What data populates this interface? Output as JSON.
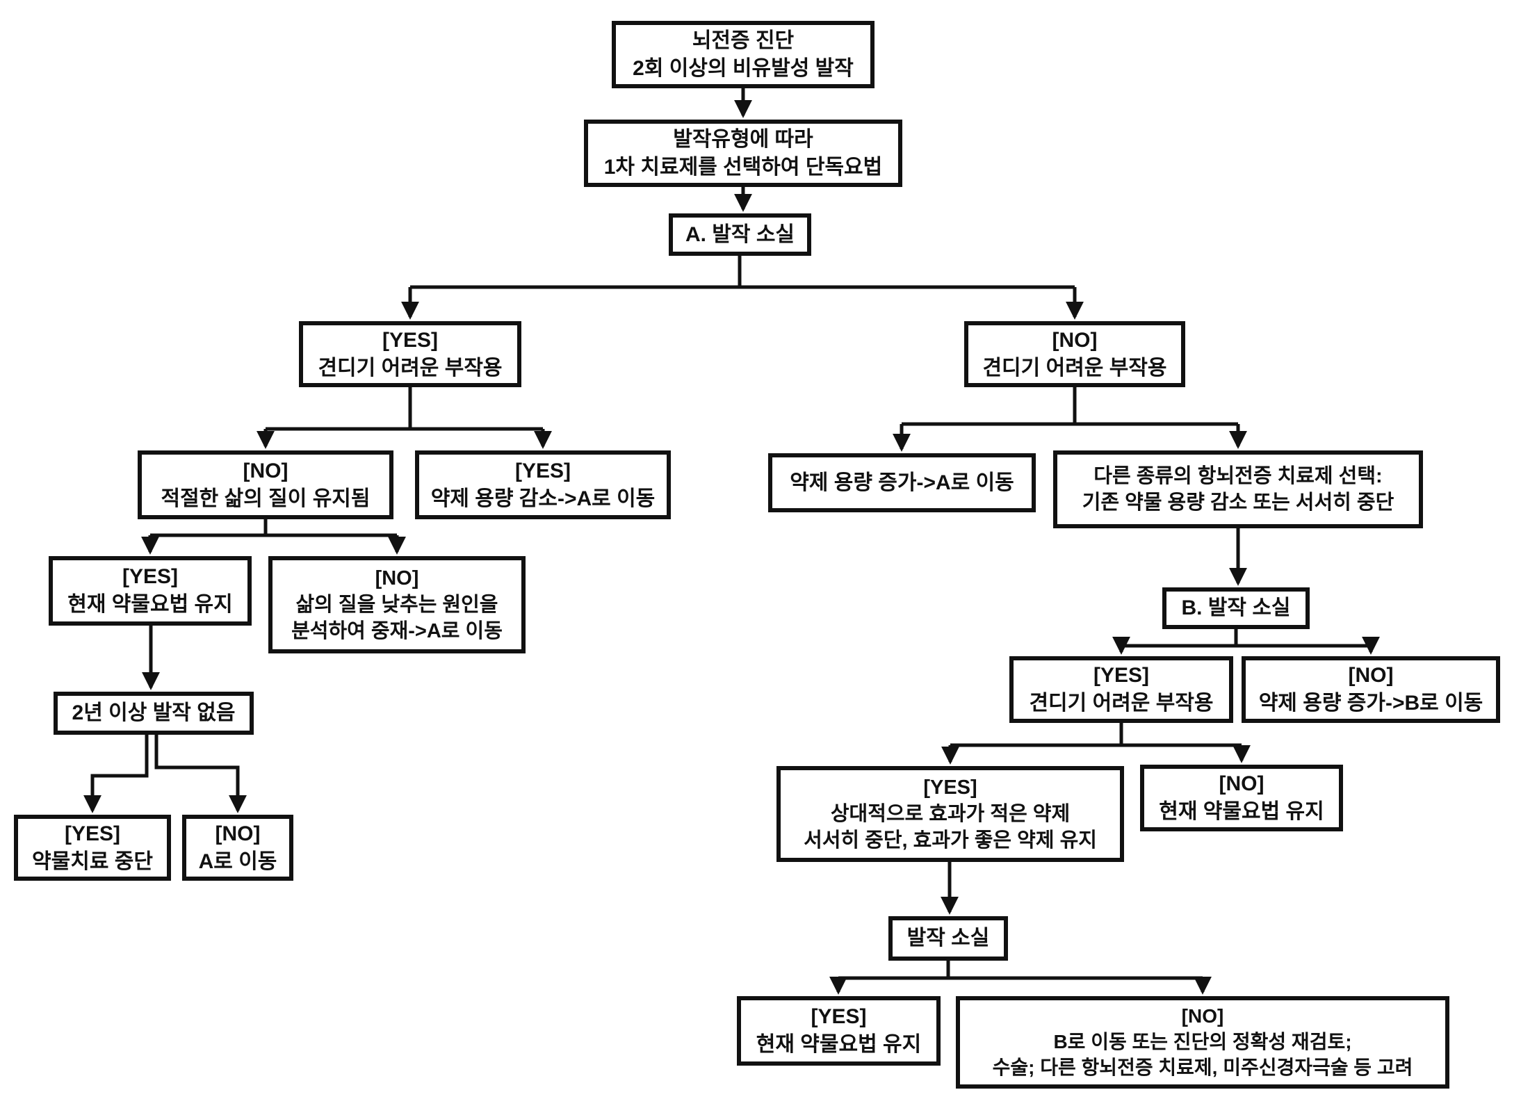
{
  "colors": {
    "background": "#ffffff",
    "box_border": "#111111",
    "text": "#111111",
    "line": "#111111"
  },
  "flowchart": {
    "nodes": {
      "diagnosis": {
        "label": "뇌전증 진단\n2회 이상의 비유발성 발작"
      },
      "first_line": {
        "label": "발작유형에 따라\n1차 치료제를 선택하여 단독요법"
      },
      "a_seizure_free": {
        "label": "A. 발작 소실"
      },
      "a_yes_side_fx": {
        "label": "[YES]\n견디기 어려운 부작용"
      },
      "a_no_side_fx": {
        "label": "[NO]\n견디기 어려운 부작용"
      },
      "qol_no": {
        "label": "[NO]\n적절한 삶의 질이 유지됨"
      },
      "reduce_dose": {
        "label": "[YES]\n약제 용량 감소->A로 이동"
      },
      "increase_dose_a": {
        "label": "약제 용량 증가->A로 이동"
      },
      "switch_drug": {
        "label": "다른 종류의 항뇌전증 치료제 선택:\n기존 약물 용량 감소 또는 서서히 중단"
      },
      "maintain_a": {
        "label": "[YES]\n현재 약물요법 유지"
      },
      "analyze_qol": {
        "label": "[NO]\n삶의 질을 낮추는 원인을\n분석하여 중재->A로 이동"
      },
      "b_seizure_free": {
        "label": "B. 발작 소실"
      },
      "b_yes_side_fx": {
        "label": "[YES]\n견디기 어려운 부작용"
      },
      "increase_dose_b": {
        "label": "[NO]\n약제 용량 증가->B로 이동"
      },
      "two_years_free": {
        "label": "2년 이상 발작 없음"
      },
      "taper_weak_drug": {
        "label": "[YES]\n상대적으로 효과가 적은 약제\n서서히 중단, 효과가 좋은 약제 유지"
      },
      "maintain_b": {
        "label": "[NO]\n현재 약물요법 유지"
      },
      "stop_drug": {
        "label": "[YES]\n약물치료 중단"
      },
      "go_to_a": {
        "label": "[NO]\nA로 이동"
      },
      "seizure_free_3": {
        "label": "발작 소실"
      },
      "maintain_final": {
        "label": "[YES]\n현재 약물요법 유지"
      },
      "reconsider": {
        "label": "[NO]\nB로 이동 또는 진단의 정확성 재검토;\n수술; 다른 항뇌전증 치료제, 미주신경자극술 등 고려"
      }
    }
  }
}
